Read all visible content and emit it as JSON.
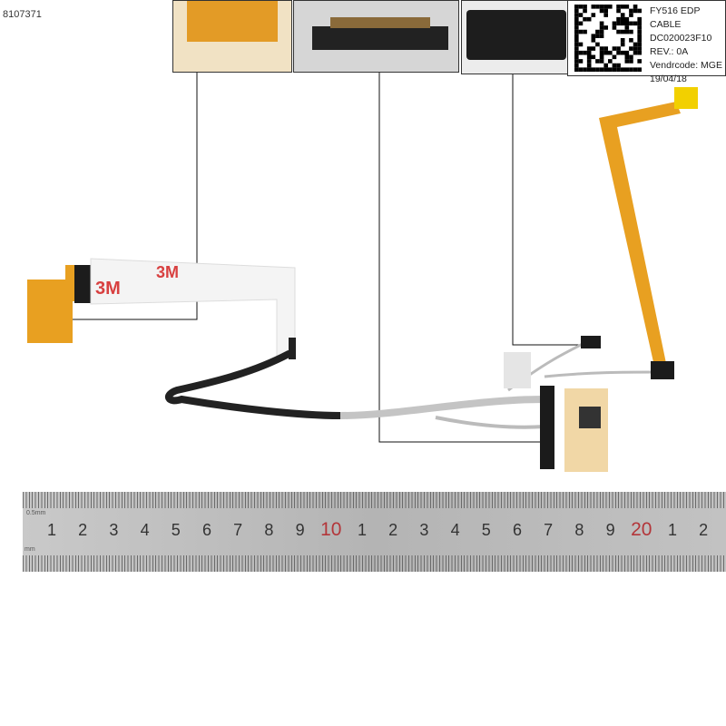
{
  "sku": "8107371",
  "label": {
    "lines": [
      "FY516 EDP CABLE",
      "DC020023F10",
      "REV.: 0A",
      "Vendrcode: MGE",
      "19/04/18"
    ]
  },
  "tape_text": "3M",
  "ruler": {
    "unit_top": "0.5mm",
    "unit_bottom": "mm",
    "numbers": [
      "1",
      "2",
      "3",
      "4",
      "5",
      "6",
      "7",
      "8",
      "9",
      "10",
      "1",
      "2",
      "3",
      "4",
      "5",
      "6",
      "7",
      "8",
      "9",
      "20",
      "1",
      "2"
    ],
    "accent_color": "#b3363a"
  },
  "colors": {
    "flex_pcb": "#e8a021",
    "cable": "#222222",
    "shield": "#c9c9c9"
  }
}
